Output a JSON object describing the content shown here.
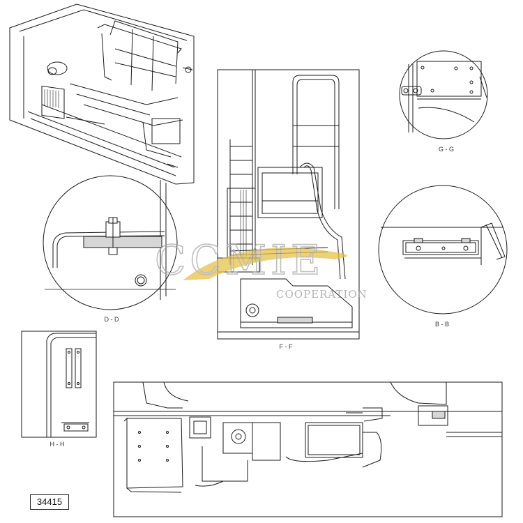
{
  "views": {
    "dd_label": "D - D",
    "ff_label": "F - F",
    "gg_label": "G - G",
    "bb_label": "B - B",
    "hh_label": "H - H"
  },
  "reference_number": "34415",
  "watermark": {
    "brand": "CCMIE",
    "tagline": "COOPERATION",
    "swoosh_color": "#e8c24a"
  },
  "line_color": "#1a1a1a"
}
